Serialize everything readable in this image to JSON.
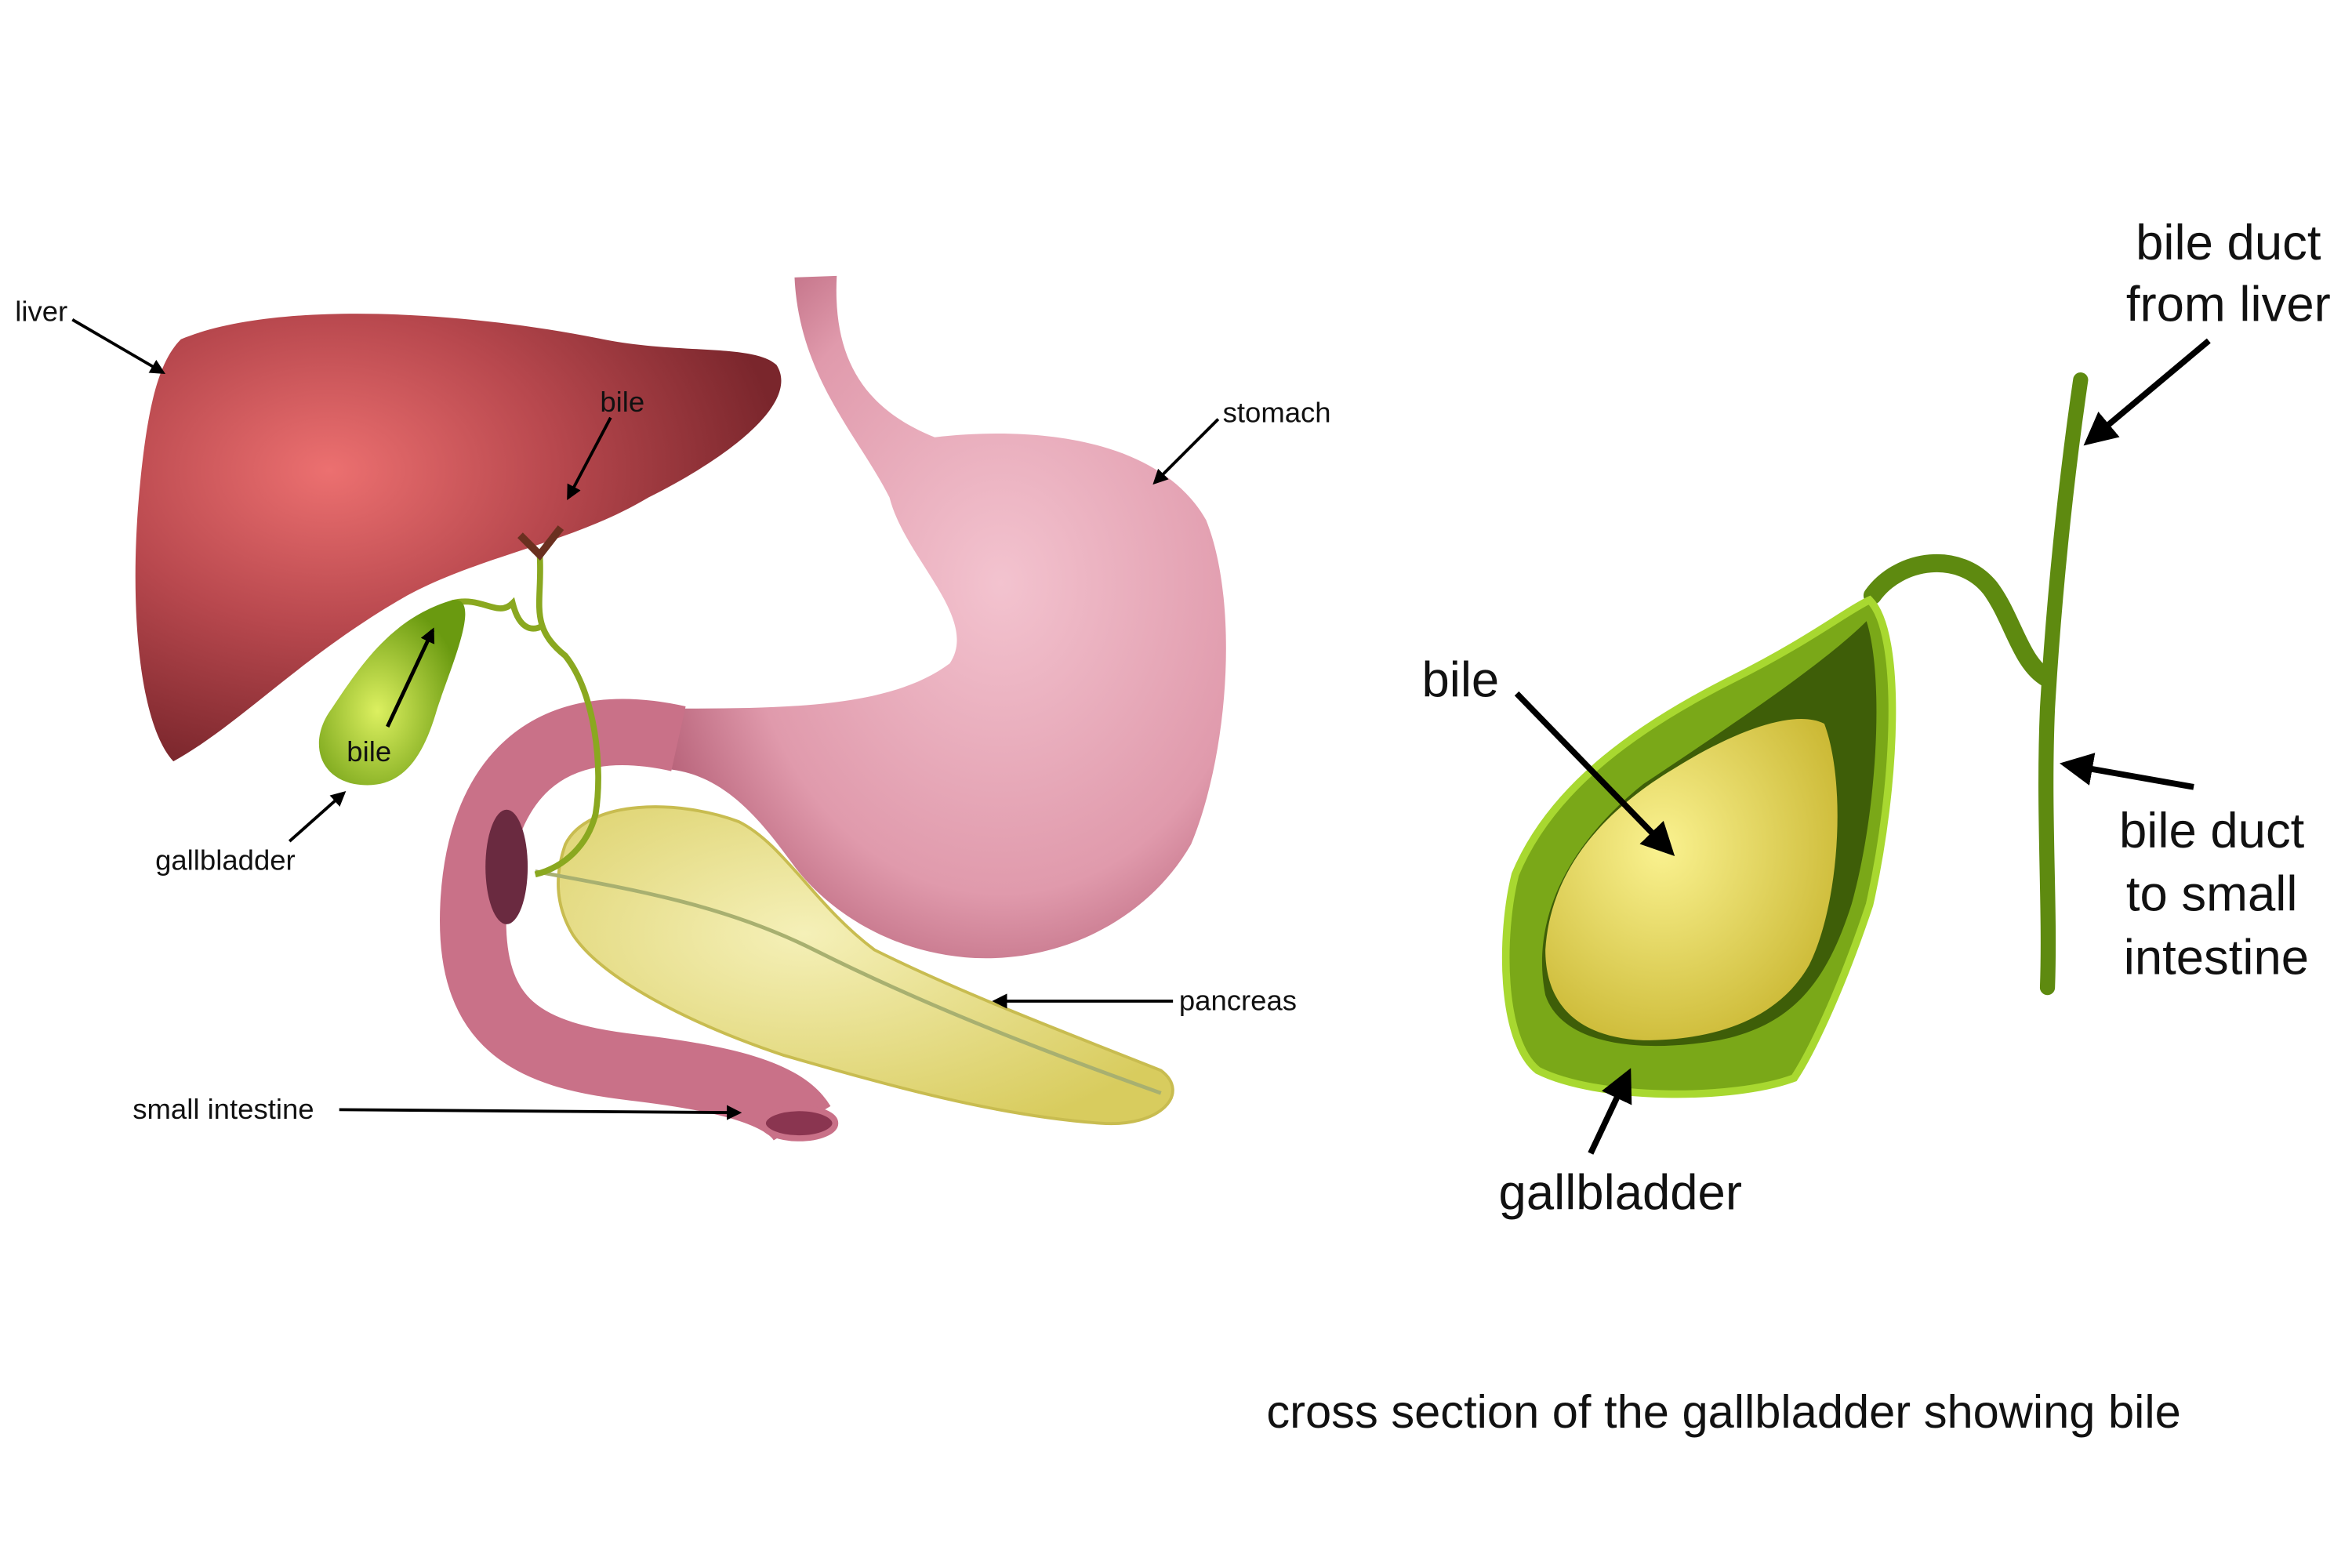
{
  "left_diagram": {
    "labels": {
      "liver": "liver",
      "bile_top": "bile",
      "stomach": "stomach",
      "bile_gallbladder": "bile",
      "gallbladder": "gallbladder",
      "pancreas": "pancreas",
      "small_intestine": "small intestine"
    }
  },
  "right_diagram": {
    "labels": {
      "bile_duct_from_liver": [
        "bile duct",
        "from liver"
      ],
      "bile": "bile",
      "bile_duct_to_small_intestine": [
        "bile duct",
        "to small",
        "intestine"
      ],
      "gallbladder": "gallbladder"
    },
    "caption": "cross section of the gallbladder showing bile"
  },
  "colors": {
    "liver": "#9c3a42",
    "stomach": "#dc8aa0",
    "pancreas": "#e8df86",
    "gallbladder": "#8cc21e",
    "bile": "#f0e56a"
  }
}
